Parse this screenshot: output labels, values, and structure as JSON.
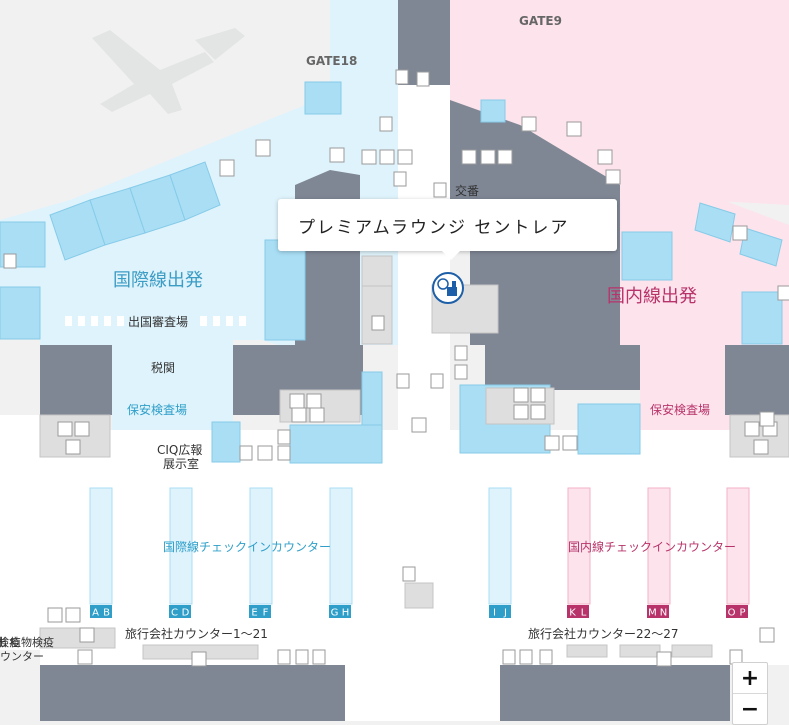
{
  "colors": {
    "intl": "#dff3fc",
    "intl_block": "#a9def5",
    "dom": "#fde3ec",
    "dom_block": "#f3b2c8",
    "wall": "#7f8795",
    "floor": "#ffffff",
    "bg": "#f1f1f1",
    "facility": "#dedede",
    "intl_text": "#2f9fc9",
    "dom_text": "#b8336a"
  },
  "labels": {
    "gate18": "GATE18",
    "gate9": "GATE9",
    "intl_departures": "国際線出発",
    "dom_departures": "国内線出発",
    "emigration": "出国審査場",
    "customs": "税関",
    "security_intl": "保安検査場",
    "security_dom": "保安検査場",
    "ciq": "CIQ広報",
    "ciq2": "展示室",
    "intl_checkin": "国際線チェックインカウンター",
    "dom_checkin": "国内線チェックインカウンター",
    "travel_1": "旅行会社カウンター1～21",
    "travel_2": "旅行会社カウンター22～27",
    "police_box": "交番",
    "left_edge_1": "検疫",
    "left_edge_2": "植物検疫",
    "left_edge_3": "ウンター",
    "left_edge_4": "出"
  },
  "counters": [
    {
      "label": "A",
      "group": "intl"
    },
    {
      "label": "B",
      "group": "intl"
    },
    {
      "label": "C",
      "group": "intl"
    },
    {
      "label": "D",
      "group": "intl"
    },
    {
      "label": "E",
      "group": "intl"
    },
    {
      "label": "F",
      "group": "intl"
    },
    {
      "label": "G",
      "group": "intl"
    },
    {
      "label": "H",
      "group": "intl"
    },
    {
      "label": "I",
      "group": "intl"
    },
    {
      "label": "J",
      "group": "intl"
    },
    {
      "label": "K",
      "group": "dom"
    },
    {
      "label": "L",
      "group": "dom"
    },
    {
      "label": "M",
      "group": "dom"
    },
    {
      "label": "N",
      "group": "dom"
    },
    {
      "label": "O",
      "group": "dom"
    },
    {
      "label": "P",
      "group": "dom"
    }
  ],
  "popup": {
    "title": "プレミアムラウンジ セントレア"
  },
  "zoom": {
    "in": "+",
    "out": "−"
  },
  "icons": {
    "lounge": "lounge-icon",
    "airplane": "airplane-watermark-icon",
    "toilet": "toilet-icon",
    "elevator": "elevator-icon",
    "escalator": "escalator-icon",
    "police": "police-icon",
    "phone": "phone-icon"
  }
}
